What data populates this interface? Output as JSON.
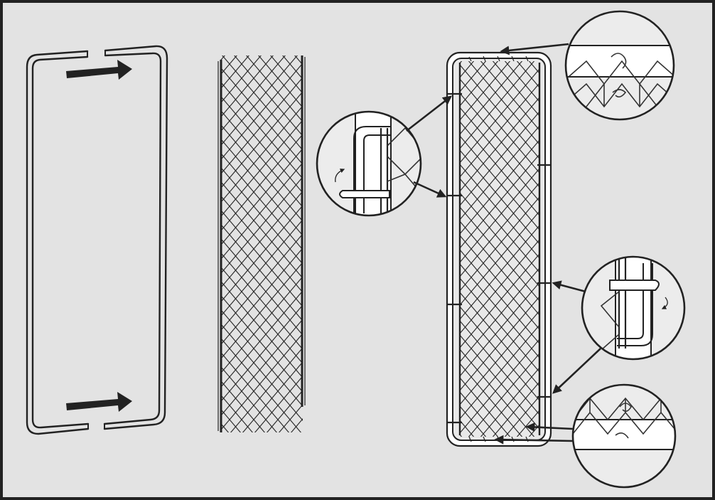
{
  "figure": {
    "panels": [
      {
        "id": "frame-panel",
        "description_shown": false
      },
      {
        "id": "mesh-panel",
        "description_shown": false
      },
      {
        "id": "assembled-gate-panel",
        "description_shown": false
      }
    ],
    "details": [
      {
        "id": "top-tie-detail",
        "icon": "magnifier-detail-icon"
      },
      {
        "id": "left-clip-detail",
        "icon": "magnifier-detail-icon"
      },
      {
        "id": "right-clip-detail",
        "icon": "magnifier-detail-icon"
      },
      {
        "id": "bottom-tie-detail",
        "icon": "magnifier-detail-icon"
      }
    ],
    "colors": {
      "background": "#e3e3e3",
      "border": "#222222",
      "ink": "#222222",
      "paper": "#ffffff",
      "arrow": "#2a2a2a"
    }
  }
}
